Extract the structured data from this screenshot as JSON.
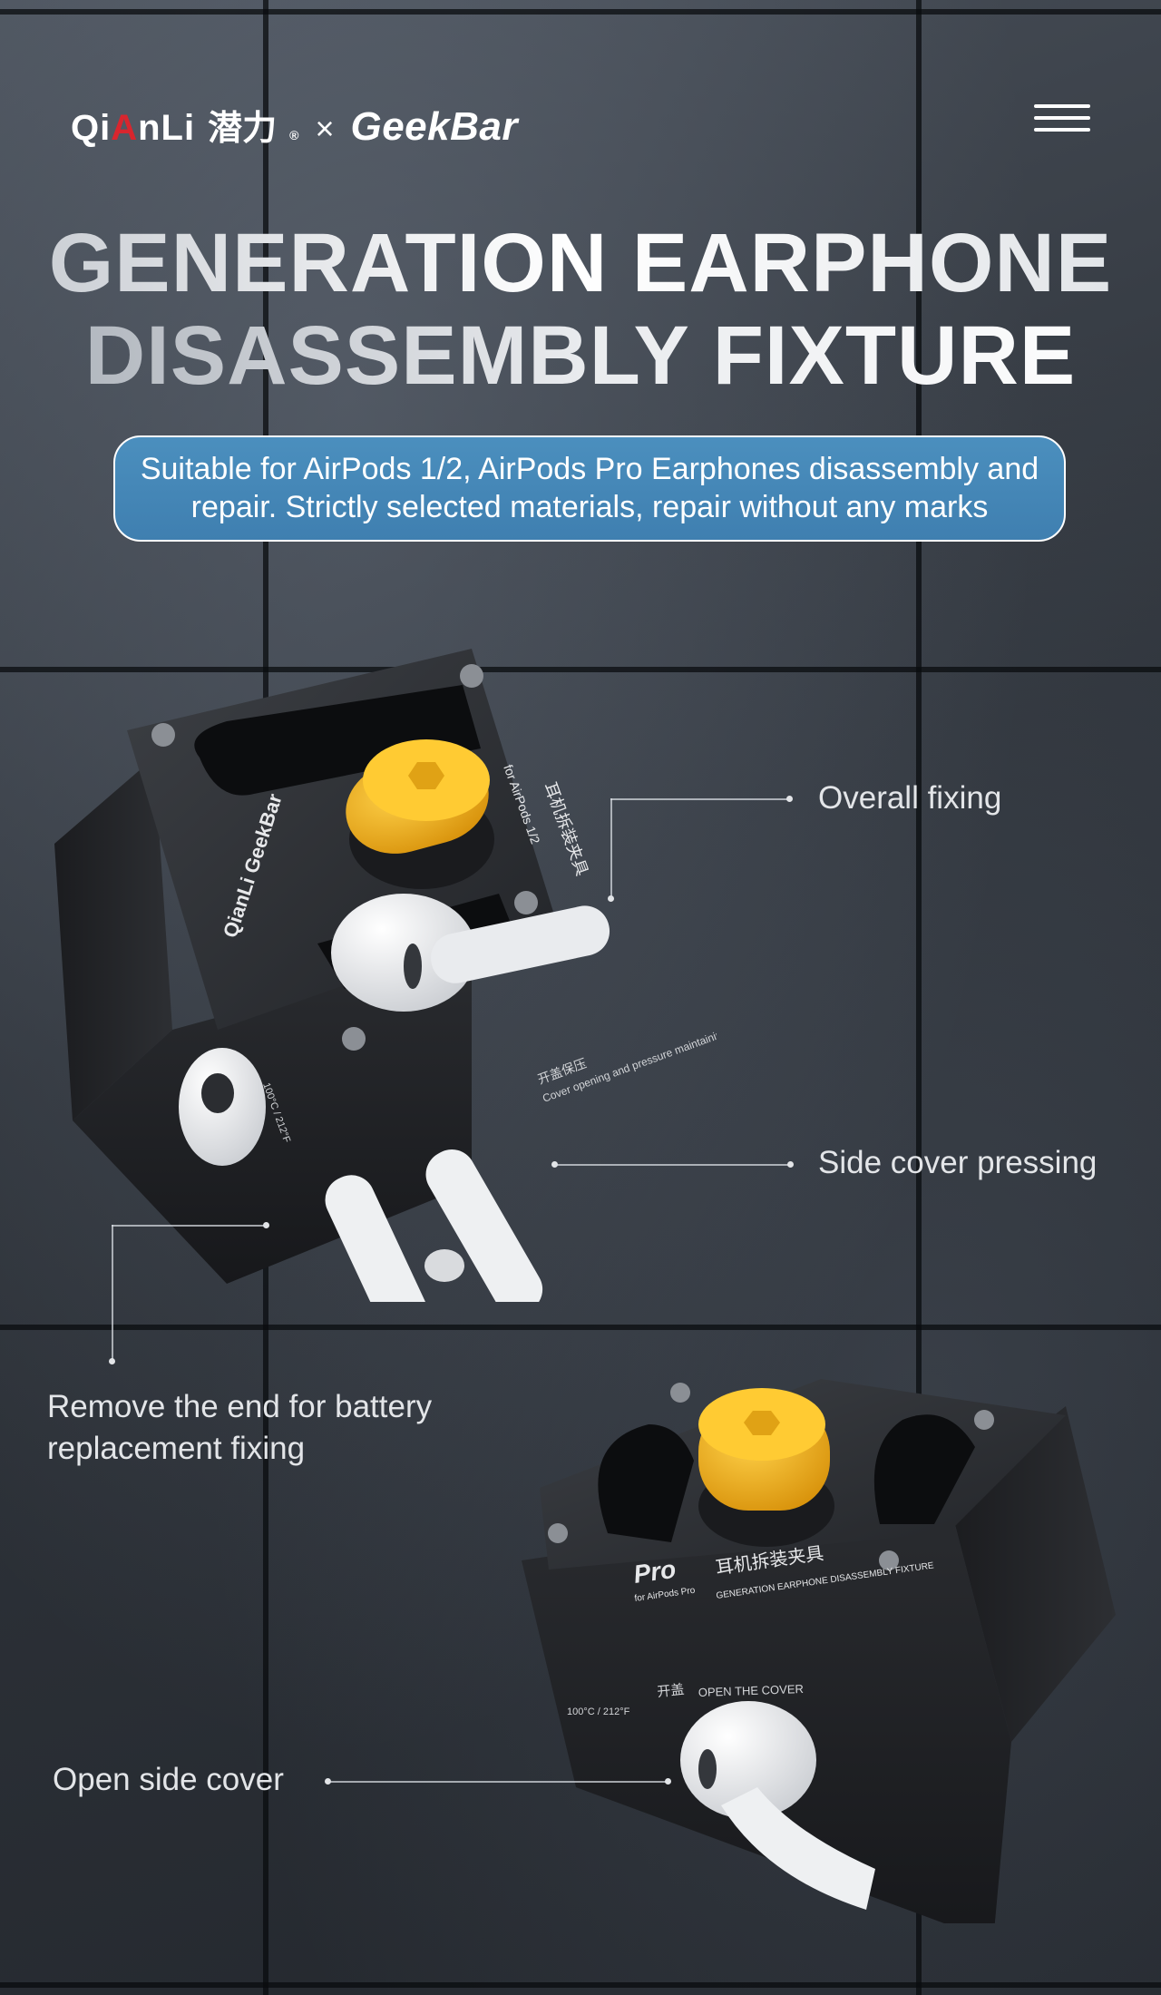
{
  "header": {
    "brand_left_prefix": "Qi",
    "brand_left_red": "A",
    "brand_left_suffix": "nLi",
    "brand_left_cn": "潜力",
    "registered": "®",
    "times": "×",
    "brand_right": "GeekBar"
  },
  "hero": {
    "title_line1": "GENERATION EARPHONE",
    "title_line2": "DISASSEMBLY FIXTURE",
    "description": "Suitable for AirPods 1/2, AirPods Pro Earphones disassembly and repair. Strictly selected materials, repair without any marks"
  },
  "callouts": {
    "overall_fixing": "Overall fixing",
    "side_cover_pressing": "Side cover pressing",
    "remove_end": "Remove the end for battery replacement fixing",
    "open_side_cover": "Open side cover"
  },
  "device1_labels": {
    "model": "for AirPods 1/2",
    "cn_name": "耳机拆装夹具",
    "side_text": "Cover opening and pressure maintaining",
    "side_cn": "开盖保压",
    "temp": "100°C / 212°F",
    "brand": "QianLi GeekBar"
  },
  "device2_labels": {
    "model": "Pro",
    "model_sub": "for AirPods Pro",
    "cn_name": "耳机拆装夹具",
    "en_name": "GENERATION EARPHONE DISASSEMBLY FIXTURE",
    "open_cn": "开盖",
    "open_en": "OPEN THE COVER",
    "temp": "100°C / 212°F"
  },
  "colors": {
    "pill_blue": "#4687b8",
    "knob_yellow": "#f2b31c",
    "device_dark": "#2c2e32"
  }
}
